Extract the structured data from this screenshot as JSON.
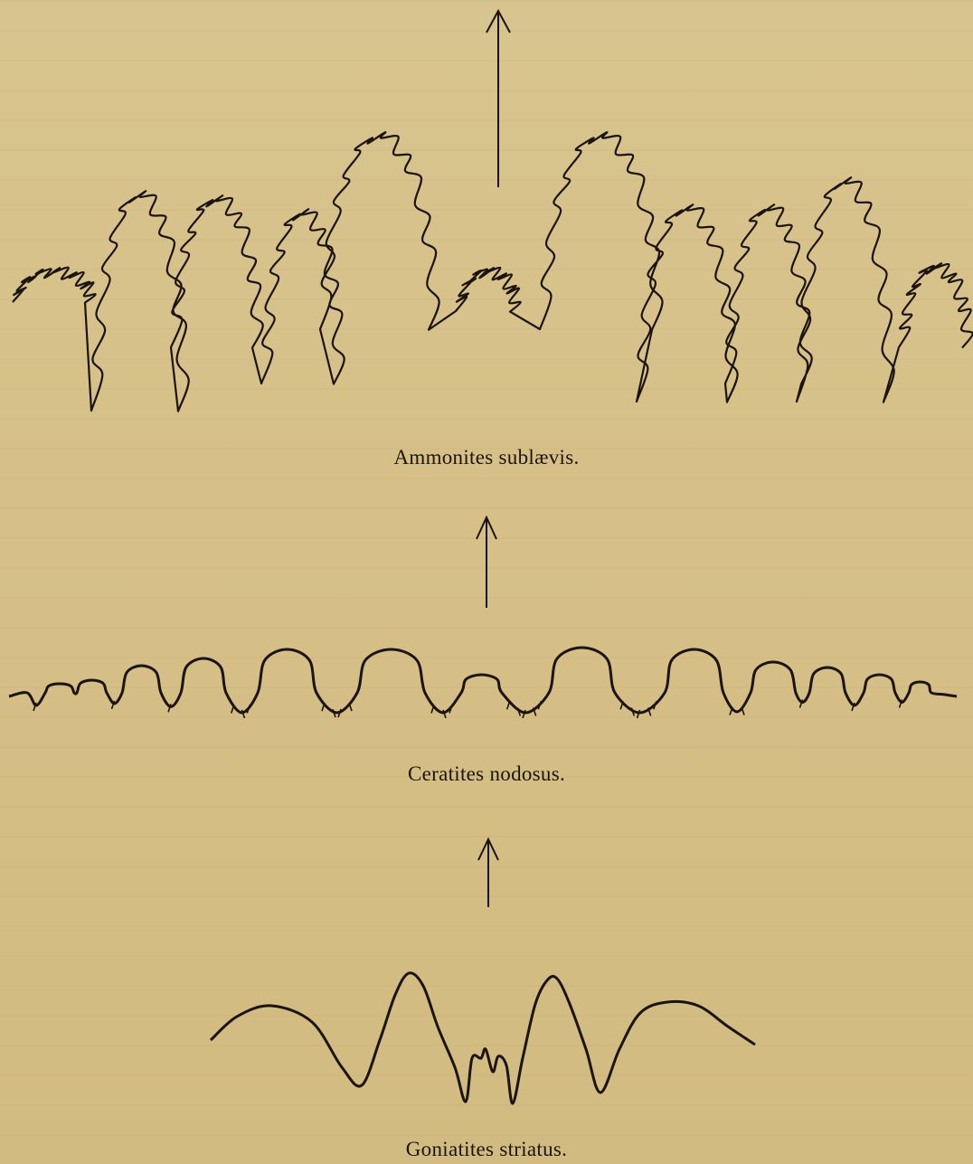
{
  "figure": {
    "captions": {
      "ammonites": "Ammonites sublævis.",
      "ceratites": "Ceratites nodosus.",
      "goniatites": "Goniatites striatus."
    }
  },
  "colors": {
    "paper": "#d7c28b",
    "ink": "#1a140c"
  }
}
